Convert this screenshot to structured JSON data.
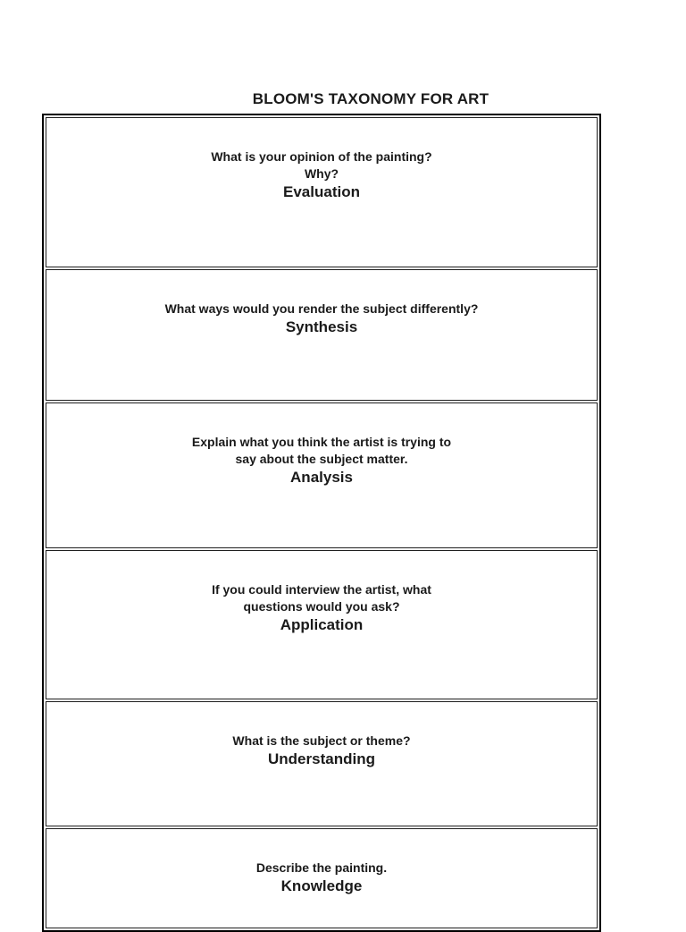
{
  "page": {
    "title": "BLOOM'S TAXONOMY FOR ART",
    "background": "#ffffff",
    "text_color": "#1a1a1a",
    "border_color": "#000000"
  },
  "taxonomy": {
    "rows": [
      {
        "question_lines": [
          "What is your opinion of the painting?",
          "Why?"
        ],
        "level": "Evaluation"
      },
      {
        "question_lines": [
          "What ways would you render the subject differently?"
        ],
        "level": "Synthesis"
      },
      {
        "question_lines": [
          "Explain what you think the artist is trying to",
          "say about the subject matter."
        ],
        "level": "Analysis"
      },
      {
        "question_lines": [
          "If you could interview the artist, what",
          "questions would you ask?"
        ],
        "level": "Application"
      },
      {
        "question_lines": [
          "What is the subject or theme?"
        ],
        "level": "Understanding"
      },
      {
        "question_lines": [
          "Describe the painting."
        ],
        "level": "Knowledge"
      }
    ]
  }
}
